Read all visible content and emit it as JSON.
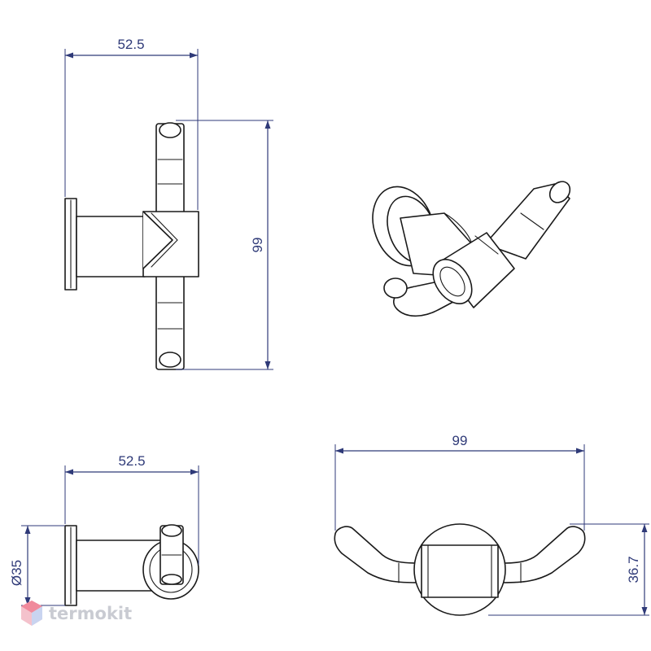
{
  "views": {
    "front": {
      "width_label": "52.5",
      "height_label": "99"
    },
    "side": {
      "width_label": "52.5",
      "diameter_label": "Ø35"
    },
    "top": {
      "width_label": "99",
      "depth_label": "36.7"
    },
    "isometric": {}
  },
  "watermark": {
    "text": "termokit"
  },
  "colors": {
    "dimension": "#2f3a78",
    "outline": "#1a1a1a",
    "watermark": "#c9cbd2",
    "watermark_logo": "#f08a9c"
  }
}
